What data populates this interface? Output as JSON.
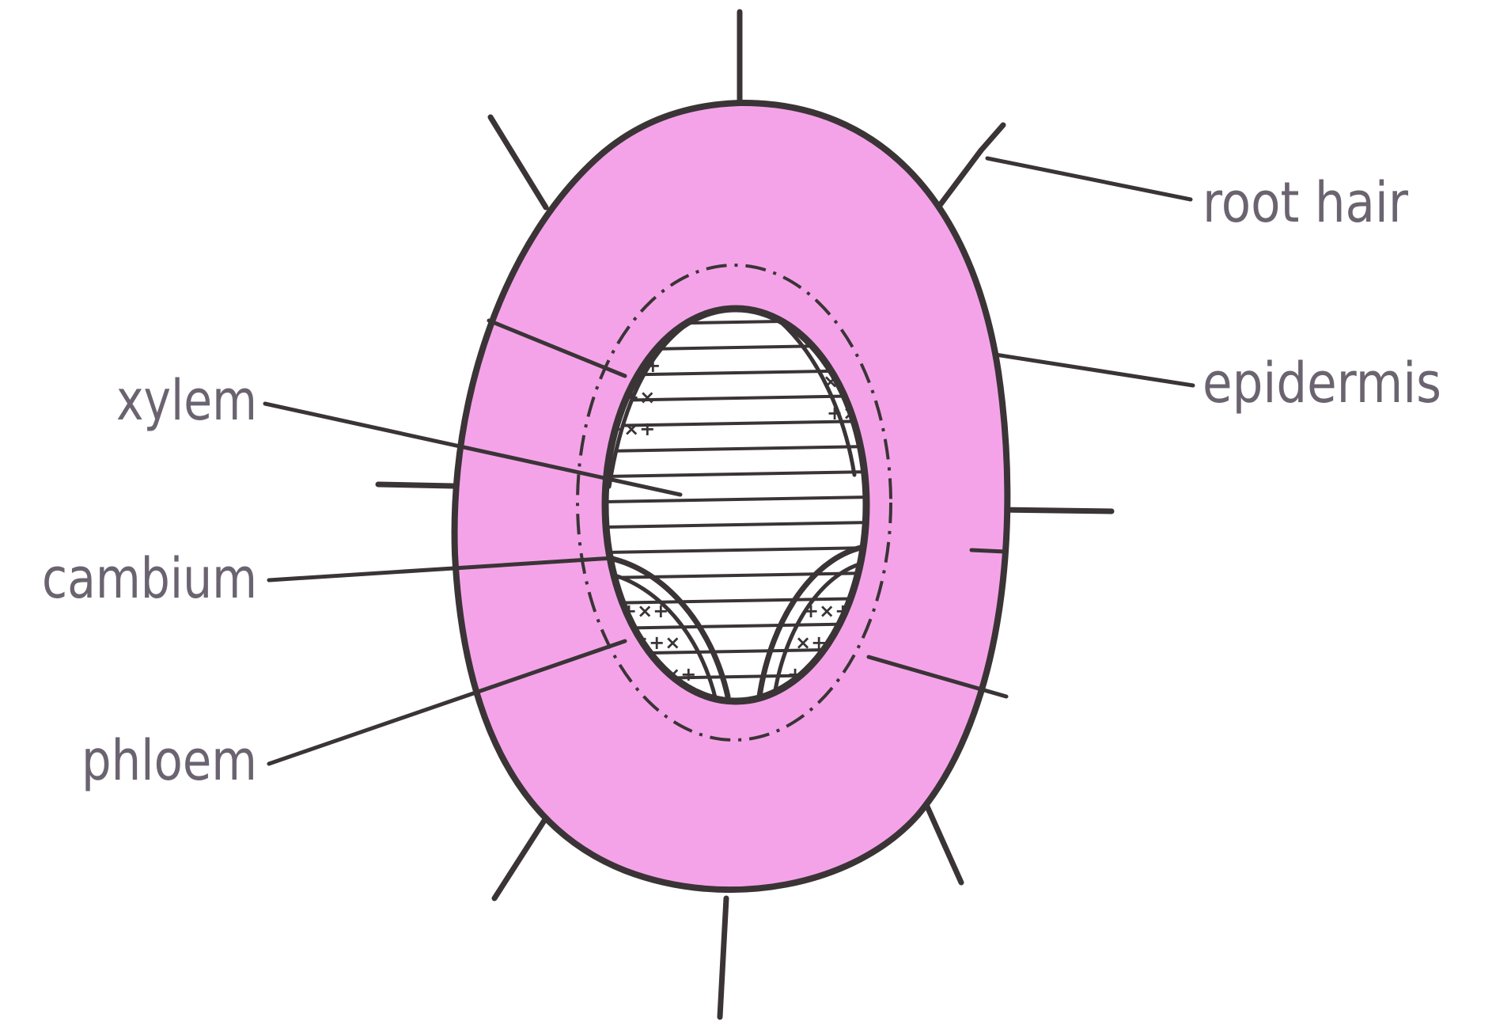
{
  "labels": {
    "root_hair": "root hair",
    "epidermis": "epidermis",
    "xylem": "xylem",
    "cambium": "cambium",
    "phloem": "phloem"
  },
  "colors": {
    "cortex_fill": "#f5a3e8",
    "outline": "#3a3436",
    "label_text": "#6b6470",
    "background": "#ffffff"
  }
}
